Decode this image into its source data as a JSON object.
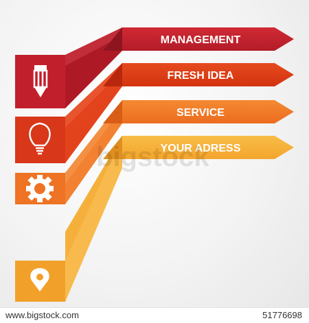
{
  "steps": [
    {
      "label": "MANAGEMENT",
      "icon": "pencil-icon",
      "color": "#c4202c"
    },
    {
      "label": "FRESH IDEA",
      "icon": "lightbulb-icon",
      "color": "#dd3a18"
    },
    {
      "label": "SERVICE",
      "icon": "gear-icon",
      "color": "#ee7726"
    },
    {
      "label": "YOUR ADRESS",
      "icon": "location-pin-icon",
      "color": "#f6ad38"
    }
  ],
  "watermark": {
    "text": "bigstock"
  },
  "footer": {
    "site": "www.bigstock.com",
    "id": "51776698"
  }
}
